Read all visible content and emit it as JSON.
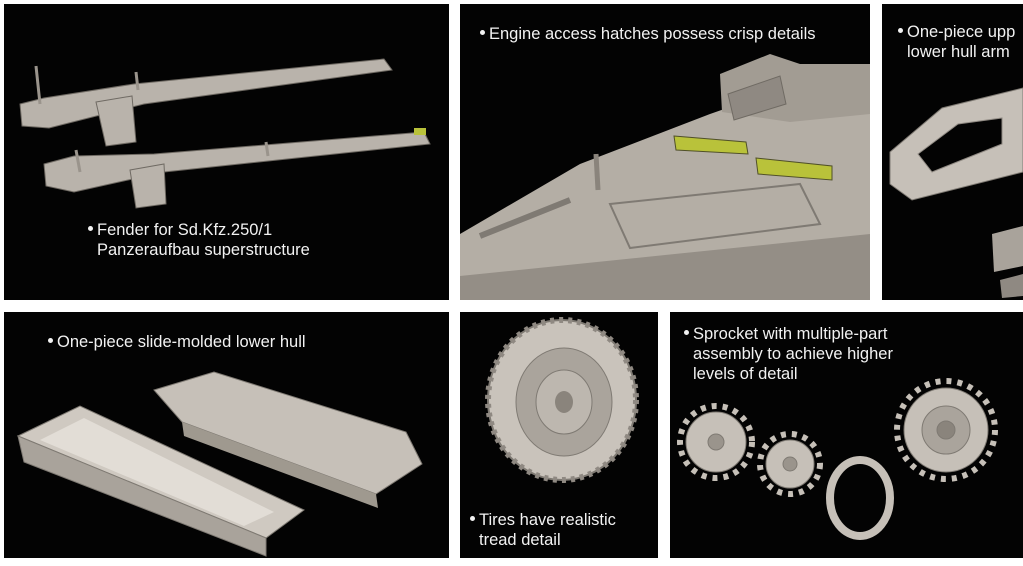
{
  "colors": {
    "background": "#030303",
    "frame": "#ffffff",
    "text": "#f2f2f2",
    "plastic": "#b9b3ab",
    "plastic_shadow": "#7f7a73",
    "grill": "#b9c23a"
  },
  "panels": {
    "fender": {
      "lines": [
        "Fender for Sd.Kfz.250/1",
        "Panzeraufbau superstructure"
      ]
    },
    "engine": {
      "lines": [
        "Engine access hatches possess crisp details"
      ]
    },
    "upper_hull": {
      "lines": [
        "One-piece upp",
        "lower hull arm"
      ]
    },
    "lower_hull": {
      "lines": [
        "One-piece slide-molded lower hull"
      ]
    },
    "tires": {
      "lines": [
        "Tires have realistic",
        "tread detail"
      ]
    },
    "sprocket": {
      "lines": [
        "Sprocket with multiple-part",
        "assembly to achieve higher",
        "levels of detail"
      ]
    }
  }
}
